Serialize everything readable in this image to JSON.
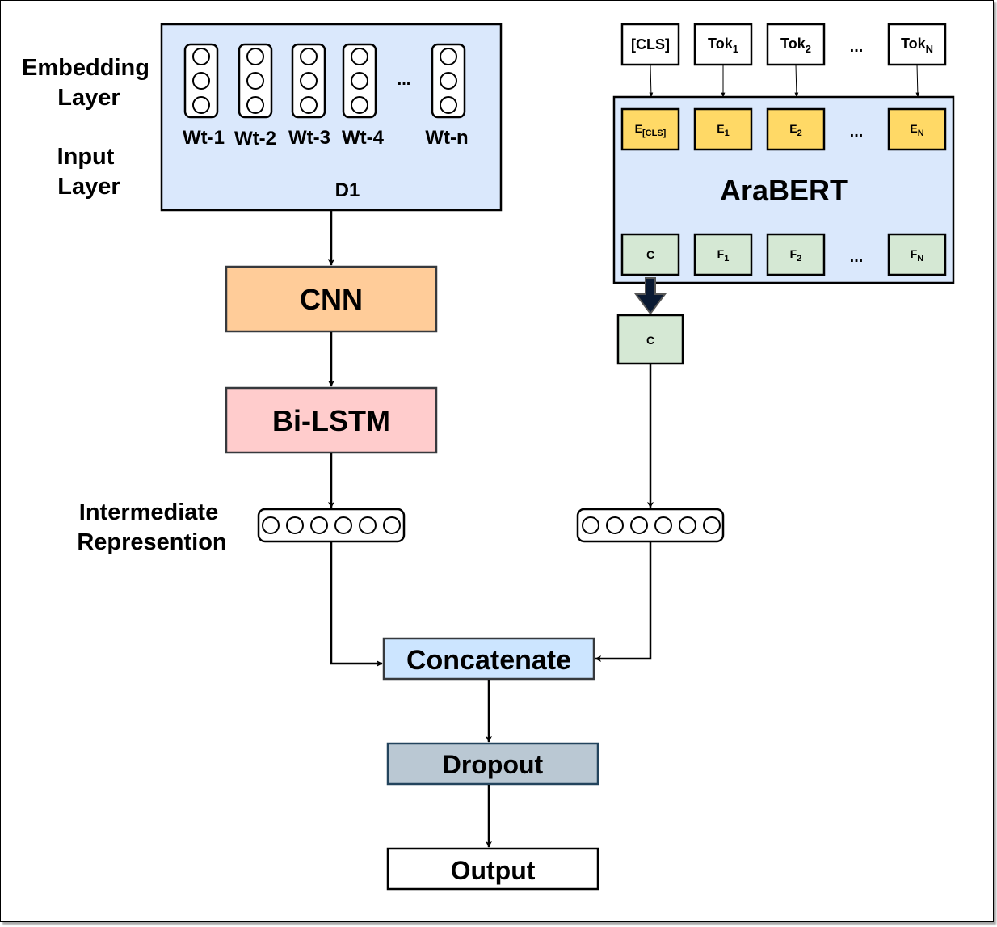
{
  "labels": {
    "embedding_line1": "Embedding",
    "embedding_line2": "Layer",
    "input_line1": "Input",
    "input_line2": "Layer",
    "intermediate_line1": "Intermediate",
    "intermediate_line2": "Represention"
  },
  "input_block": {
    "word_vectors": [
      "Wt-1",
      "Wt-2",
      "Wt-3",
      "Wt-4",
      "Wt-n"
    ],
    "ellipsis": "...",
    "doc_label": "D1"
  },
  "left_branch": {
    "cnn": "CNN",
    "bilstm": "Bi-LSTM"
  },
  "bert_block": {
    "tokens": [
      {
        "base": "[CLS]",
        "sub": ""
      },
      {
        "base": "Tok",
        "sub": "1"
      },
      {
        "base": "Tok",
        "sub": "2"
      },
      {
        "base": "Tok",
        "sub": "N"
      }
    ],
    "token_ellipsis": "...",
    "embeddings": [
      {
        "base": "E",
        "sub": "[CLS]"
      },
      {
        "base": "E",
        "sub": "1"
      },
      {
        "base": "E",
        "sub": "2"
      },
      {
        "base": "E",
        "sub": "N"
      }
    ],
    "embedding_ellipsis": "...",
    "model_name": "AraBERT",
    "outputs": [
      {
        "base": "C",
        "sub": ""
      },
      {
        "base": "F",
        "sub": "1"
      },
      {
        "base": "F",
        "sub": "2"
      },
      {
        "base": "F",
        "sub": "N"
      }
    ],
    "output_ellipsis": "...",
    "cls_output": "C"
  },
  "merge": {
    "concatenate": "Concatenate",
    "dropout": "Dropout",
    "output": "Output"
  },
  "colors": {
    "input_block_fill": "#dae8fc",
    "cnn_fill": "#ffcc99",
    "bilstm_fill": "#ffcccc",
    "embedding_fill": "#ffd966",
    "bert_output_fill": "#d5e8d4",
    "concatenate_fill": "#cce5ff",
    "dropout_fill": "#bac8d3",
    "output_fill": "#ffffff"
  }
}
